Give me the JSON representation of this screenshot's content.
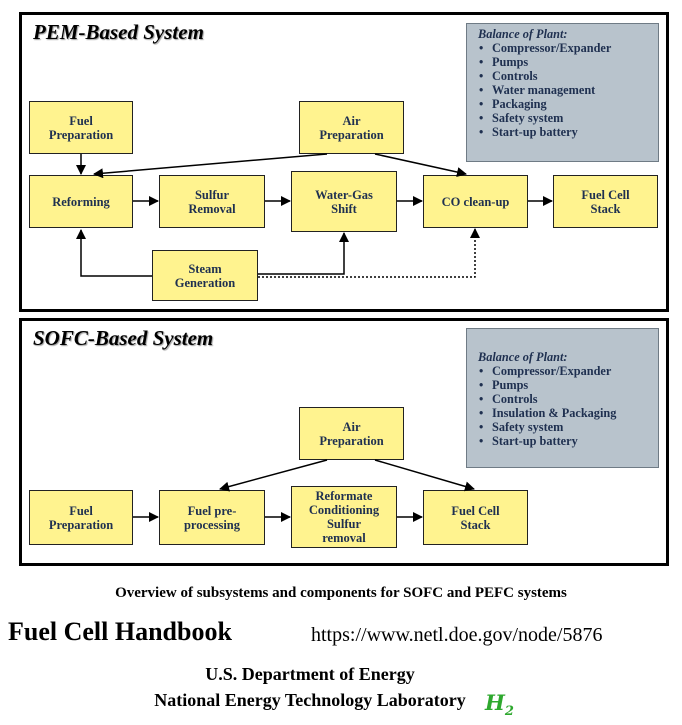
{
  "pem": {
    "title": "PEM-Based System",
    "bop_title": "Balance of Plant:",
    "bop_items": [
      "Compressor/Expander",
      "Pumps",
      "Controls",
      "Water management",
      "Packaging",
      "Safety system",
      "Start-up battery"
    ],
    "boxes": {
      "fuel_prep": "Fuel\nPreparation",
      "air_prep": "Air\nPreparation",
      "reforming": "Reforming",
      "sulfur_removal": "Sulfur\nRemoval",
      "water_gas_shift": "Water-Gas\nShift",
      "co_cleanup": "CO clean-up",
      "fuel_cell_stack": "Fuel Cell\nStack",
      "steam_gen": "Steam\nGeneration"
    }
  },
  "sofc": {
    "title": "SOFC-Based System",
    "bop_title": "Balance of Plant:",
    "bop_items": [
      "Compressor/Expander",
      "Pumps",
      "Controls",
      "Insulation & Packaging",
      "Safety system",
      "Start-up battery"
    ],
    "boxes": {
      "air_prep": "Air\nPreparation",
      "fuel_prep": "Fuel\nPreparation",
      "fuel_preprocessing": "Fuel pre-\nprocessing",
      "reformate": "Reformate\nConditioning\nSulfur\nremoval",
      "fuel_cell_stack": "Fuel Cell\nStack"
    }
  },
  "caption": "Overview of subsystems and components for SOFC and PEFC systems",
  "handbook": "Fuel Cell Handbook",
  "url": "https://www.netl.doe.gov/node/5876",
  "dept1": "U.S. Department of Energy",
  "dept2": "National Energy Technology Laboratory",
  "logo_text": "H2"
}
